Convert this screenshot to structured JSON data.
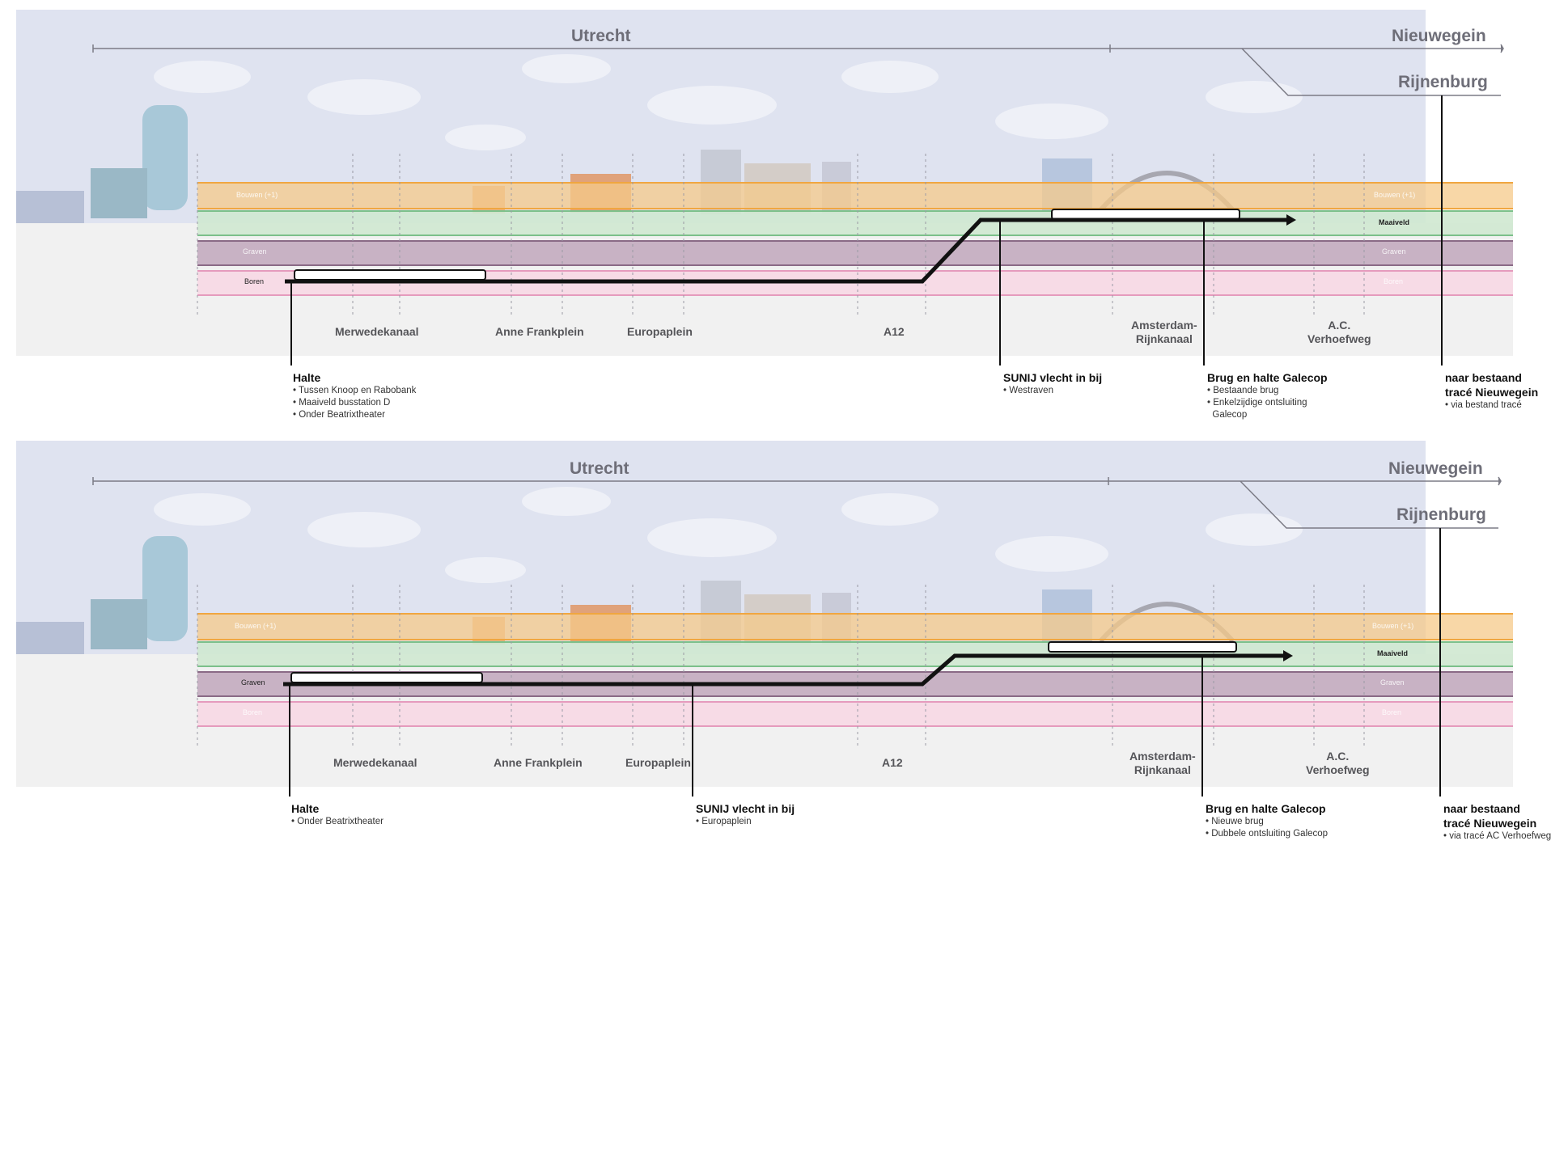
{
  "colors": {
    "sky": "#dfe3f0",
    "building_layer": "#f6c98a",
    "building_line": "#f0a640",
    "ground_layer": "#cfe8d0",
    "ground_line": "#7cc08a",
    "dig_layer": "#c8b2c4",
    "dig_line": "#8a6a86",
    "bore_layer": "#f7dbe6",
    "bore_line": "#e59bbd",
    "route": "#111111"
  },
  "sections": [
    {
      "cities": {
        "utrecht": "Utrecht",
        "nieuwegein": "Nieuwegein",
        "rijnenburg": "Rijnenburg"
      },
      "layers": {
        "bouwen": "Bouwen (+1)",
        "maaiveld": "Maaiveld",
        "graven": "Graven",
        "boren": "Boren"
      },
      "stops": {
        "merwedekanaal": "Merwedekanaal",
        "anne_frankplein": "Anne Frankplein",
        "europaplein": "Europaplein",
        "a12": "A12",
        "ark_1": "Amsterdam-",
        "ark_2": "Rijnkanaal",
        "acv_1": "A.C.",
        "acv_2": "Verhoefweg"
      },
      "callouts": [
        {
          "title": "Halte",
          "bullets": [
            "• Tussen Knoop en Rabobank",
            "• Maaiveld busstation D",
            "• Onder Beatrixtheater"
          ]
        },
        {
          "title": "SUNIJ vlecht in bij",
          "bullets": [
            "• Westraven"
          ]
        },
        {
          "title": "Brug en halte Galecop",
          "bullets": [
            "• Bestaande brug",
            "• Enkelzijdige ontsluiting",
            "  Galecop"
          ]
        },
        {
          "title": "naar bestaand",
          "title2": "tracé Nieuwegein",
          "bullets": [
            "• via bestand tracé"
          ]
        }
      ]
    },
    {
      "cities": {
        "utrecht": "Utrecht",
        "nieuwegein": "Nieuwegein",
        "rijnenburg": "Rijnenburg"
      },
      "layers": {
        "bouwen": "Bouwen (+1)",
        "maaiveld": "Maaiveld",
        "graven": "Graven",
        "boren": "Boren"
      },
      "stops": {
        "merwedekanaal": "Merwedekanaal",
        "anne_frankplein": "Anne Frankplein",
        "europaplein": "Europaplein",
        "a12": "A12",
        "ark_1": "Amsterdam-",
        "ark_2": "Rijnkanaal",
        "acv_1": "A.C.",
        "acv_2": "Verhoefweg"
      },
      "callouts": [
        {
          "title": "Halte",
          "bullets": [
            "• Onder Beatrixtheater"
          ]
        },
        {
          "title": "SUNIJ vlecht in bij",
          "bullets": [
            "• Europaplein"
          ]
        },
        {
          "title": "Brug en halte Galecop",
          "bullets": [
            "• Nieuwe brug",
            "• Dubbele ontsluiting Galecop"
          ]
        },
        {
          "title": "naar bestaand",
          "title2": "tracé Nieuwegein",
          "bullets": [
            "• via tracé AC Verhoefweg"
          ]
        }
      ]
    }
  ]
}
